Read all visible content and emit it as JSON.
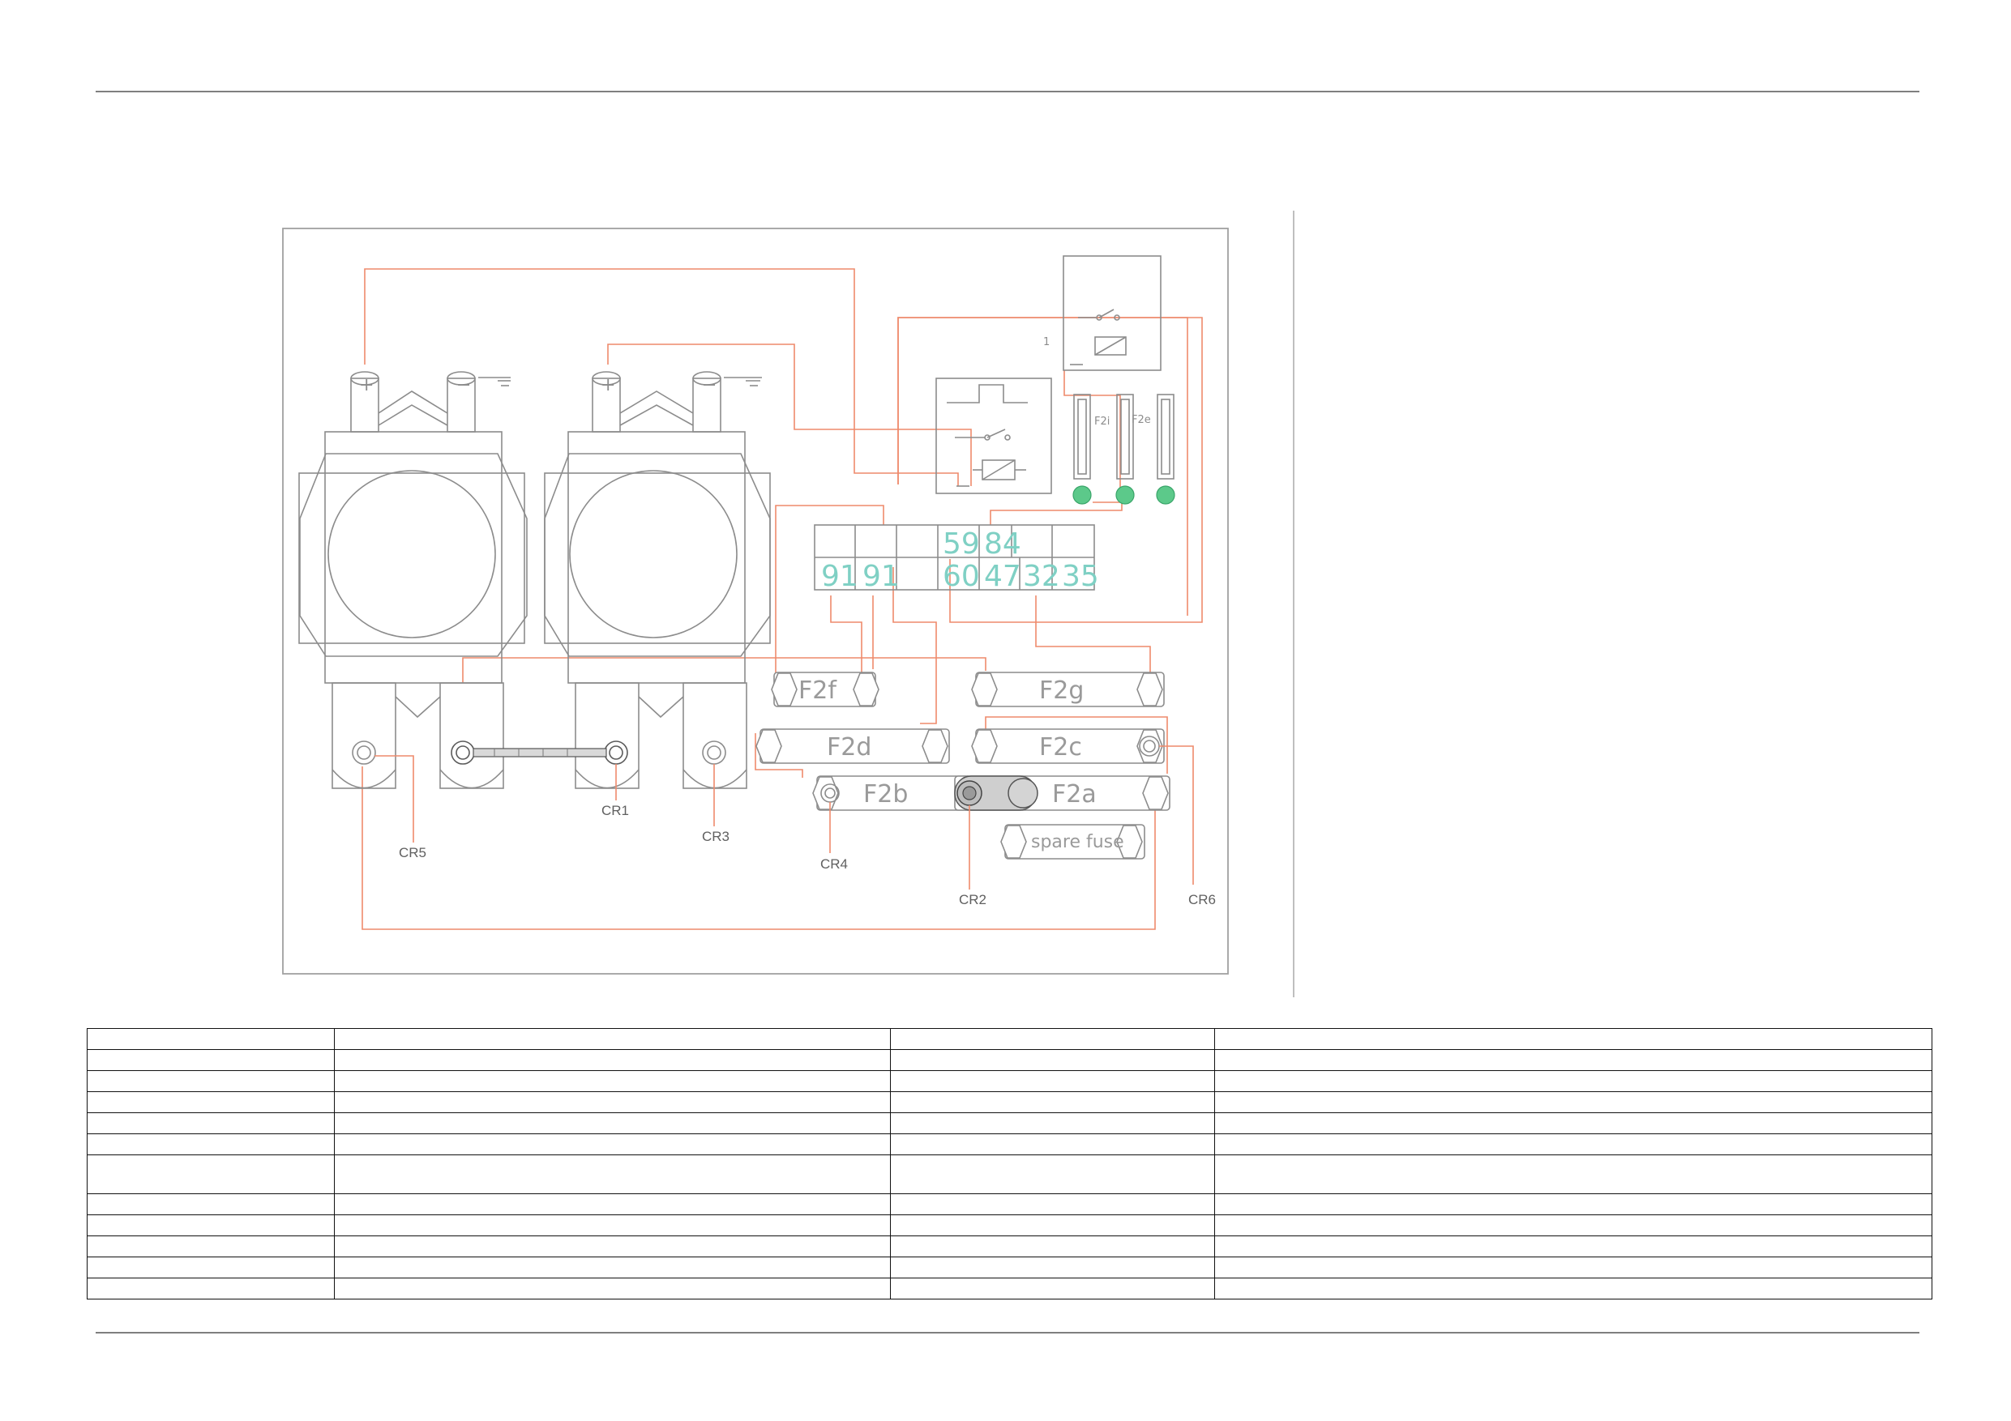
{
  "fuses": [
    {
      "id": "f2f",
      "label": "F2f"
    },
    {
      "id": "f2g",
      "label": "F2g"
    },
    {
      "id": "f2d",
      "label": "F2d"
    },
    {
      "id": "f2c",
      "label": "F2c"
    },
    {
      "id": "f2b",
      "label": "F2b"
    },
    {
      "id": "f2a",
      "label": "F2a"
    },
    {
      "id": "spare",
      "label": "spare fuse"
    }
  ],
  "small_fuses": [
    {
      "id": "f2i",
      "label": "F2i"
    },
    {
      "id": "f2e",
      "label": "F2e"
    }
  ],
  "terminal_block": {
    "top_row": [
      "",
      "",
      "",
      "59",
      "84",
      ""
    ],
    "bottom_row": [
      "91",
      "91",
      "",
      "60",
      "47",
      "32",
      "35"
    ]
  },
  "connectors": [
    "CR1",
    "CR2",
    "CR3",
    "CR4",
    "CR5",
    "CR6"
  ],
  "battery_terminals": {
    "positive": "+",
    "negative": "−"
  },
  "relay_marker": "1",
  "colors": {
    "wire": "#ee8a6c",
    "terminal_number": "#7fd0c4",
    "indicator": "#5cc98a"
  },
  "parts_table": {
    "rows": [
      [
        "",
        "",
        "",
        ""
      ],
      [
        "",
        "",
        "",
        ""
      ],
      [
        "",
        "",
        "",
        ""
      ],
      [
        "",
        "",
        "",
        ""
      ],
      [
        "",
        "",
        "",
        ""
      ],
      [
        "",
        "",
        "",
        ""
      ],
      [
        "",
        "",
        "",
        ""
      ],
      [
        "",
        "",
        "",
        ""
      ],
      [
        "",
        "",
        "",
        ""
      ],
      [
        "",
        "",
        "",
        ""
      ],
      [
        "",
        "",
        "",
        ""
      ],
      [
        "",
        "",
        "",
        ""
      ]
    ]
  }
}
